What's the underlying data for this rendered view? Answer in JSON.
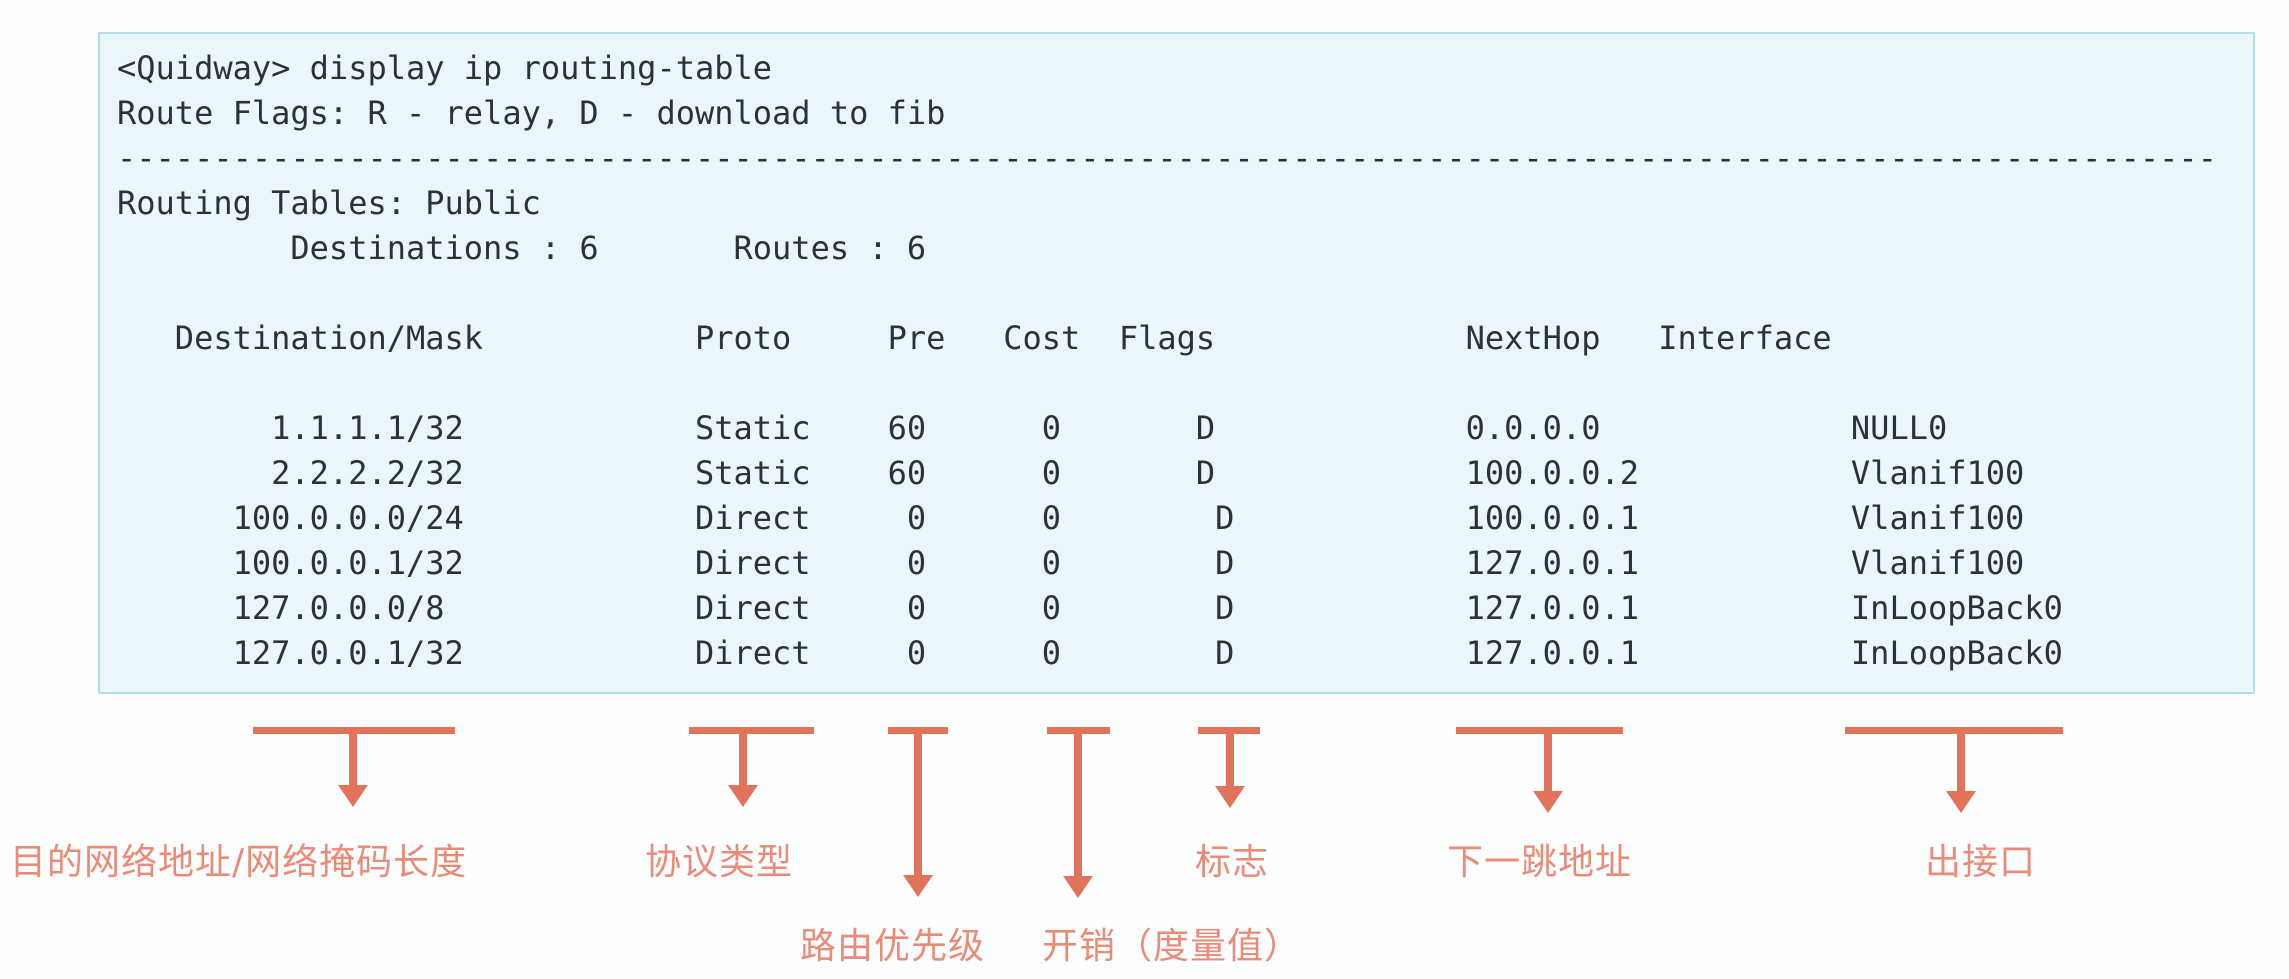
{
  "terminal": {
    "prompt_line": "<Quidway> display ip routing-table",
    "route_flags_line": "Route Flags: R - relay, D - download to fib",
    "separator": "-------------------------------------------------------------------------------------------------------------",
    "routing_tables_line": "Routing Tables: Public",
    "destinations_label": "Destinations : 6",
    "routes_label": "Routes : 6",
    "table": {
      "headers": [
        "Destination/Mask",
        "Proto",
        "Pre",
        "Cost",
        "Flags",
        "NextHop",
        "Interface"
      ],
      "rows": [
        [
          "1.1.1.1/32",
          "Static",
          "60",
          "0",
          "D",
          "0.0.0.0",
          "NULL0"
        ],
        [
          "2.2.2.2/32",
          "Static",
          "60",
          "0",
          "D",
          "100.0.0.2",
          "Vlanif100"
        ],
        [
          "100.0.0.0/24",
          "Direct",
          "0",
          "0",
          "D",
          "100.0.0.1",
          "Vlanif100"
        ],
        [
          "100.0.0.1/32",
          "Direct",
          "0",
          "0",
          "D",
          "127.0.0.1",
          "Vlanif100"
        ],
        [
          "127.0.0.0/8",
          "Direct",
          "0",
          "0",
          "D",
          "127.0.0.1",
          "InLoopBack0"
        ],
        [
          "127.0.0.1/32",
          "Direct",
          "0",
          "0",
          "D",
          "127.0.0.1",
          "InLoopBack0"
        ]
      ]
    }
  },
  "annotations": [
    {
      "label": "目的网络地址/网络掩码长度",
      "points_to": "Destination/Mask"
    },
    {
      "label": "协议类型",
      "points_to": "Proto"
    },
    {
      "label": "路由优先级",
      "points_to": "Pre"
    },
    {
      "label": "开销（度量值）",
      "points_to": "Cost"
    },
    {
      "label": "标志",
      "points_to": "Flags"
    },
    {
      "label": "下一跳地址",
      "points_to": "NextHop"
    },
    {
      "label": "出接口",
      "points_to": "Interface"
    }
  ],
  "colors": {
    "arrow": "#e0735a",
    "label": "#ec8a78",
    "terminal_bg": "#ebf6fa",
    "terminal_border": "#b5dce9",
    "text": "#2d3237"
  }
}
